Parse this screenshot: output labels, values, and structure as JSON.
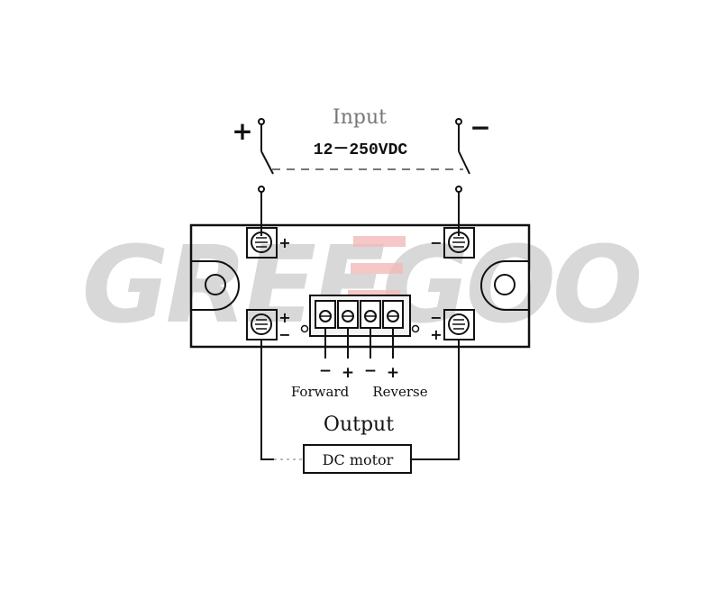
{
  "watermark": {
    "text": "GREEGOO",
    "color": "#d6d6d6",
    "accent": "#f2b9b9"
  },
  "input": {
    "label": "Input",
    "voltage": "12－250VDC",
    "plus_sign": "+",
    "minus_sign": "−"
  },
  "terminals": {
    "top_left_sign": "+",
    "top_right_sign": "−",
    "bottom_left_sign_top": "+",
    "bottom_left_sign_bottom": "−",
    "bottom_right_sign_top": "−",
    "bottom_right_sign_bottom": "+"
  },
  "control": {
    "pins": [
      "−",
      "+",
      "−",
      "+"
    ],
    "forward_label": "Forward",
    "reverse_label": "Reverse"
  },
  "output": {
    "label": "Output",
    "load_label": "DC motor"
  },
  "colors": {
    "line": "#111111",
    "dashed": "#777777",
    "connector_fill": "#f4f4f4"
  }
}
